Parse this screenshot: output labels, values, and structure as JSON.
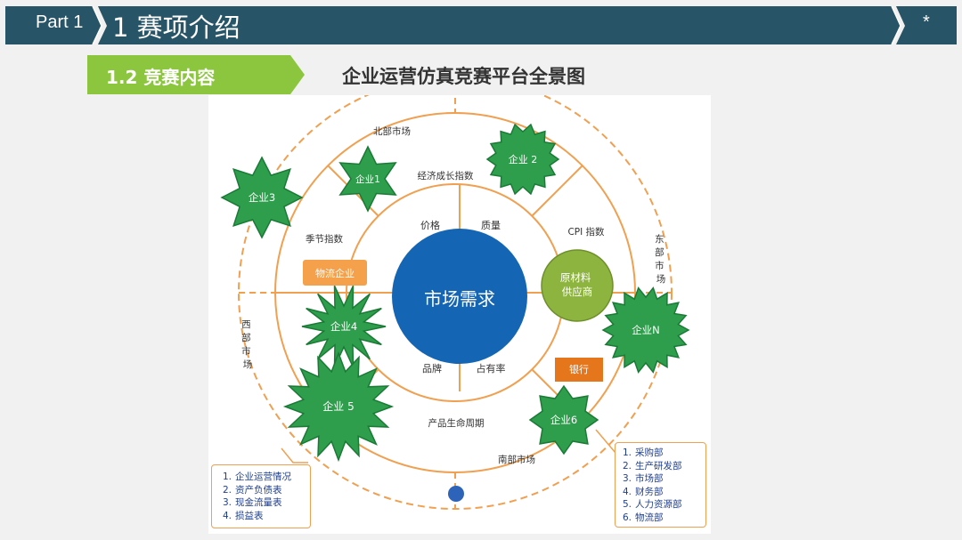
{
  "header": {
    "part_label": "Part 1",
    "section_title": "1 赛项介绍",
    "star_mark": "*"
  },
  "subheader": {
    "label": "1.2 竞赛内容"
  },
  "diagram": {
    "title": "企业运营仿真竞赛平台全景图",
    "center": "市场需求",
    "supplier": "原材料\n供应商",
    "logistics": "物流企业",
    "bank": "银行",
    "inner_labels": [
      "价格",
      "质量",
      "品牌",
      "占有率"
    ],
    "ring_labels": {
      "growth_index": "经济成长指数",
      "seasonal_index": "季节指数",
      "cpi_index": "CPI 指数",
      "lifecycle": "产品生命周期"
    },
    "markets": {
      "north": "北部市场",
      "south": "南部市场",
      "east": "东\n部\n市\n场",
      "west": "西\n部\n市\n场"
    },
    "enterprises": [
      "企业1",
      "企业 2",
      "企业3",
      "企业4",
      "企业 5",
      "企业6",
      "企业N"
    ],
    "reports": [
      "企业运营情况",
      "资产负债表",
      "现金流量表",
      "损益表"
    ],
    "departments": [
      "采购部",
      "生产研发部",
      "市场部",
      "财务部",
      "人力资源部",
      "物流部"
    ],
    "colors": {
      "header_bg": "#275466",
      "accent_green": "#8cc63f",
      "ring_orange": "#f0a050",
      "center_blue": "#1565b5",
      "supplier_green": "#8db43e",
      "logistics_orange": "#f5a04a",
      "bank_orange": "#e6761b",
      "star_green": "#2e9e4c",
      "list_text": "#1f3f8f"
    }
  }
}
